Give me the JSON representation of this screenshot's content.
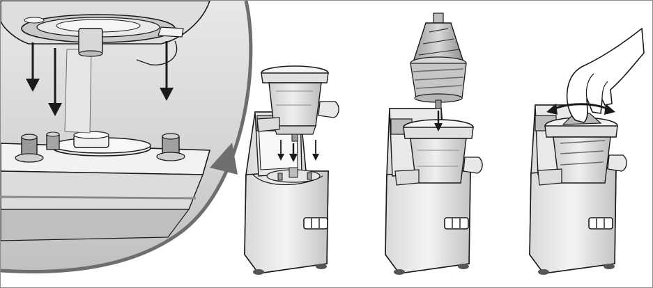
{
  "figure": {
    "panels": [
      {
        "name": "detail-magnified"
      },
      {
        "name": "step-place-bowl"
      },
      {
        "name": "step-insert-auger-strainer"
      },
      {
        "name": "step-twist-to-lock"
      }
    ],
    "colors": {
      "line": "#1a1a1a",
      "shade_dark": "#9a9a9a",
      "shade_mid": "#c8c8c8",
      "shade_light": "#e4e4e4",
      "callout_pointer": "#6e6e6e",
      "frame_border": "#8c8c8c"
    },
    "icons": [
      "down-arrow-icon",
      "rotate-arrow-icon",
      "control-buttons-icon",
      "hand-icon"
    ]
  }
}
